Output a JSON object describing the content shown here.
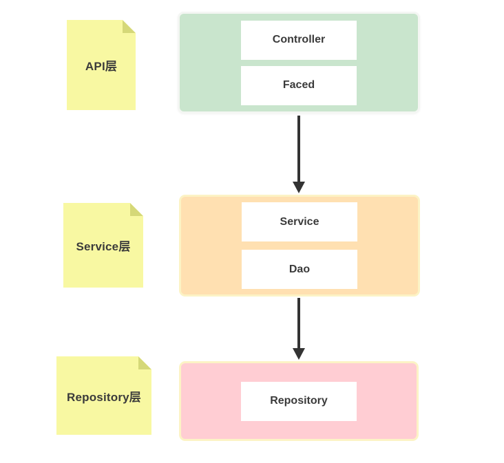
{
  "diagram": {
    "description": "layered architecture diagram",
    "layers": [
      {
        "note_label": "API层",
        "container_color": "#c9e5cd",
        "boxes": [
          "Controller",
          "Faced"
        ]
      },
      {
        "note_label": "Service层",
        "container_color": "#ffe0b1",
        "boxes": [
          "Service",
          "Dao"
        ]
      },
      {
        "note_label": "Repository层",
        "container_color": "#ffcdd3",
        "boxes": [
          "Repository"
        ]
      }
    ],
    "arrows": [
      {
        "from": "API层",
        "to": "Service层"
      },
      {
        "from": "Service层",
        "to": "Repository层"
      }
    ],
    "colors": {
      "background": "#ffffff",
      "sticky_fill": "#f8f8a2",
      "sticky_fold": "#d5d878",
      "cream_border": "#fcf3c5",
      "box_fill": "#ffffff",
      "text": "#3b3b3b",
      "arrow": "#333333"
    }
  }
}
